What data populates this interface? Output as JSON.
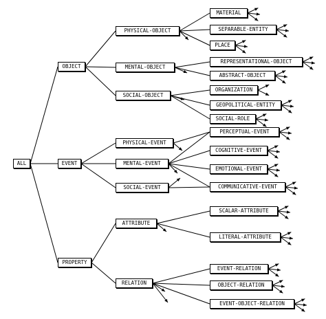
{
  "nodes": {
    "all": "ALL",
    "object": "OBJECT",
    "event": "EVENT",
    "property": "PROPERTY",
    "physical_object": "PHYSICAL-OBJECT",
    "mental_object": "MENTAL-OBJECT",
    "social_object": "SOCIAL-OBJECT",
    "material": "MATERIAL",
    "separable_entity": "SEPARABLE-ENTITY",
    "place": "PLACE",
    "representational_object": "REPRESENTATIONAL-OBJECT",
    "abstract_object": "ABSTRACT-OBJECT",
    "organization": "ORGANIZATION",
    "geopolitical_entity": "GEOPOLITICAL-ENTITY",
    "social_role": "SOCIAL-ROLE",
    "physical_event": "PHYSICAL-EVENT",
    "mental_event": "MENTAL-EVENT",
    "social_event": "SOCIAL-EVENT",
    "perceptual_event": "PERCEPTUAL-EVENT",
    "cognitive_event": "COGNITIVE-EVENT",
    "emotional_event": "EMOTIONAL-EVENT",
    "communicative_event": "COMMUNICATIVE-EVENT",
    "attribute": "ATTRIBUTE",
    "relation": "RELATION",
    "scalar_attribute": "SCALAR-ATTRIBUTE",
    "literal_attribute": "LITERAL-ATTRIBUTE",
    "event_relation": "EVENT-RELATION",
    "object_relation": "OBJECT-RELATION",
    "event_object_relation": "EVENT-OBJECT-RELATION"
  },
  "colors": {
    "line": "#000000",
    "box_border": "#000000",
    "background": "#ffffff"
  }
}
